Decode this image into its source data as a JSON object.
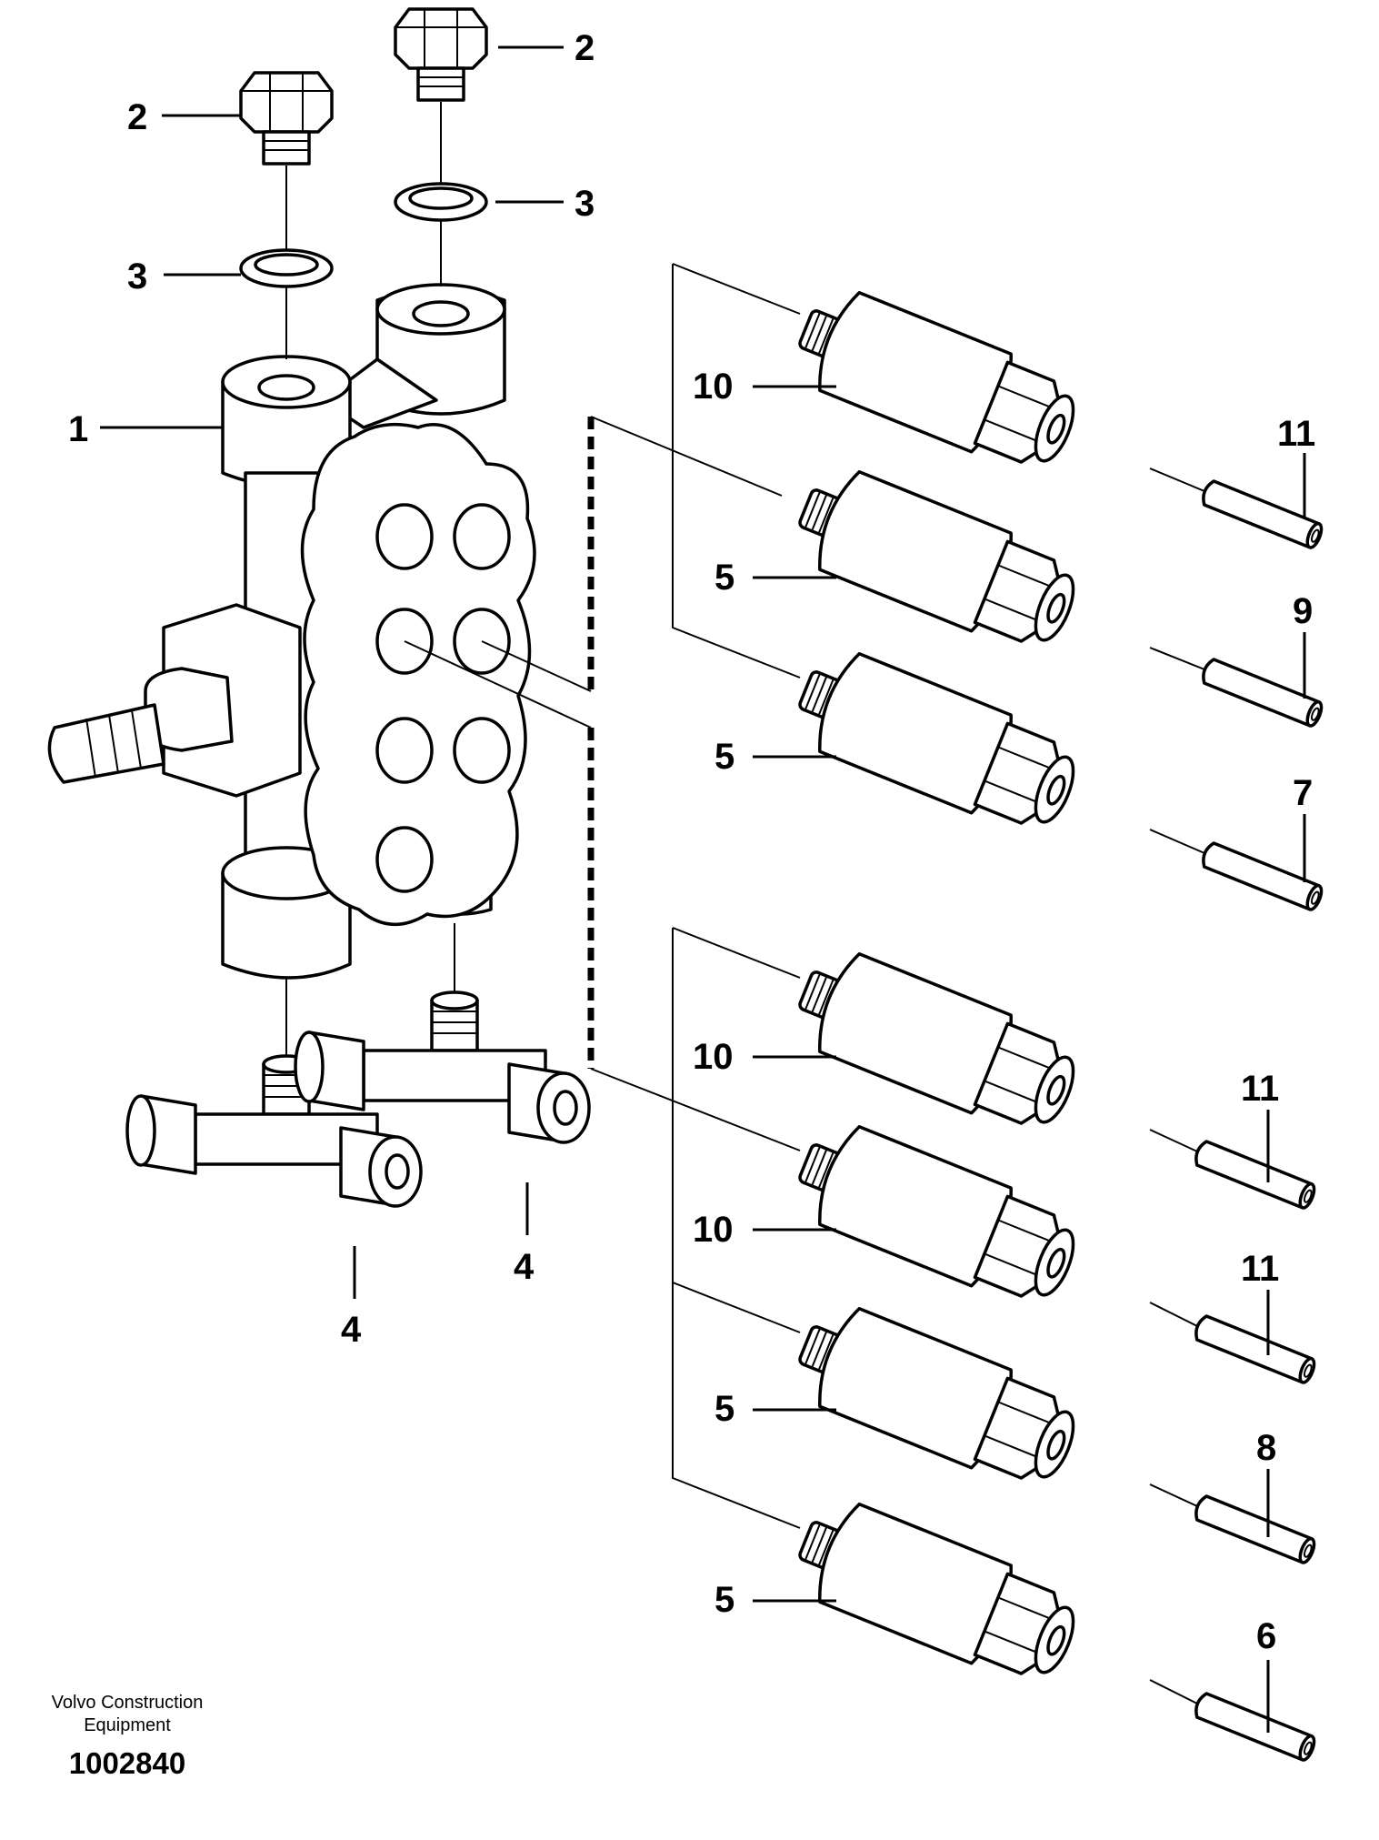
{
  "diagram": {
    "callouts": [
      "1",
      "2",
      "2",
      "3",
      "3",
      "4",
      "4",
      "5",
      "5",
      "5",
      "5",
      "6",
      "7",
      "8",
      "9",
      "10",
      "10",
      "10",
      "11",
      "11",
      "11"
    ]
  },
  "footer": {
    "company_line1": "Volvo Construction",
    "company_line2": "Equipment",
    "drawing_number": "1002840"
  },
  "colors": {
    "line": "#000000",
    "background": "#ffffff"
  }
}
